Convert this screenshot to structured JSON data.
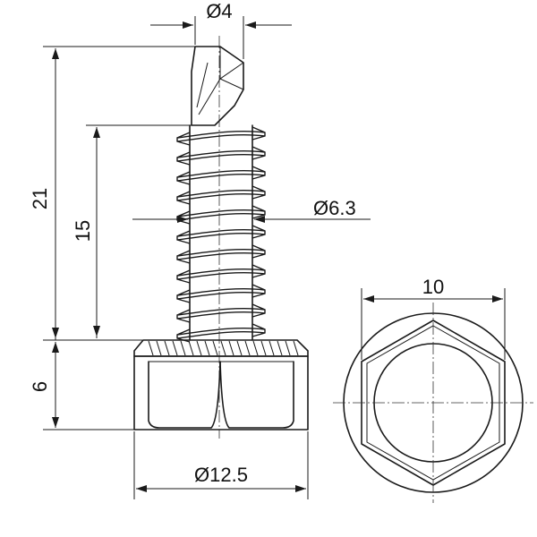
{
  "dimensions": {
    "tip_diameter": "Ø4",
    "thread_diameter": "Ø6.3",
    "total_length": "21",
    "thread_length": "15",
    "head_height": "6",
    "flange_diameter": "Ø12.5",
    "hex_width": "10"
  },
  "colors": {
    "line": "#1a1a1a",
    "background": "#ffffff"
  }
}
